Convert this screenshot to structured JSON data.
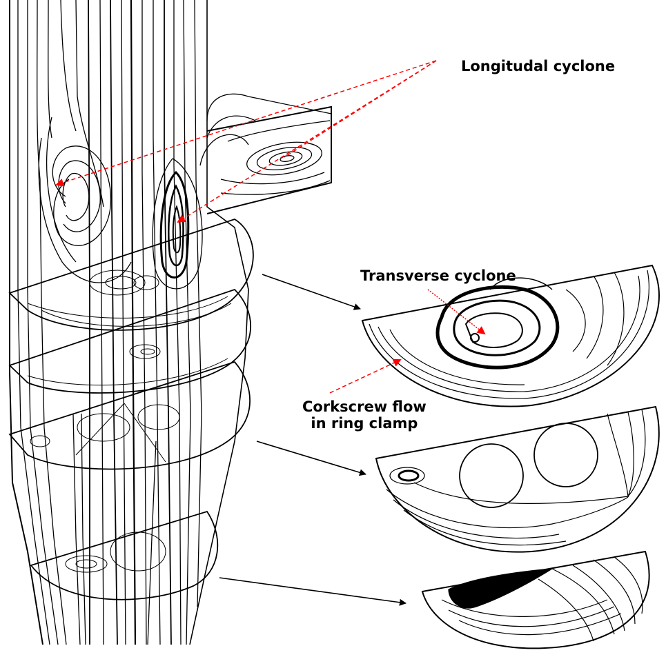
{
  "labels": {
    "longitudinal": "Longitudal cyclone",
    "transverse": "Transverse cyclone",
    "corkscrew_line1": "Corkscrew flow",
    "corkscrew_line2": "in ring clamp"
  },
  "colors": {
    "streamline": "#000000",
    "annotation": "#ff0000",
    "background": "#ffffff"
  }
}
